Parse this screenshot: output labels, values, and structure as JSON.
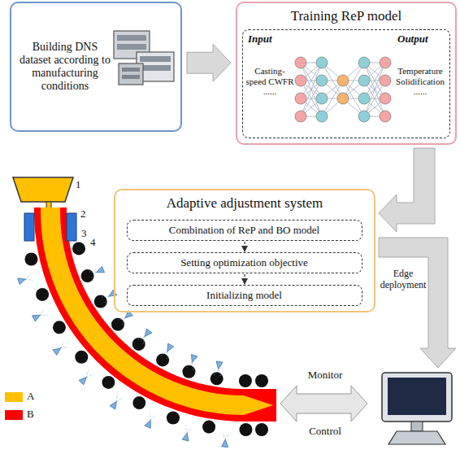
{
  "diagram": {
    "nodes": [
      {
        "text": [
          "Building DNS dataset according to manufacturing conditions"
        ]
      },
      {
        "text": [
          "Training ReP model"
        ]
      },
      {
        "text": [
          "Input",
          "Casting-speed CWFR ......",
          "Output",
          "Temperature Solidification ......"
        ],
        "in": 1
      },
      {
        "text": [
          "Adaptive adjustment system"
        ]
      },
      {
        "text": [
          "Combination of ReP and BO model"
        ],
        "in": 3
      },
      {
        "text": [
          "Setting optimization objective"
        ],
        "in": 3
      },
      {
        "text": [
          "Initializing model"
        ],
        "in": 3
      }
    ],
    "edges": [
      {
        "from": 0,
        "to": 1,
        "arrow": "to"
      },
      {
        "from": 1,
        "to": 3,
        "arrow": "to"
      },
      {
        "from": 4,
        "to": 5,
        "arrow": "to"
      },
      {
        "from": 5,
        "to": 6,
        "arrow": "to"
      }
    ],
    "labels": [
      "1",
      "2",
      "3",
      "4",
      "Edge deployment",
      "Monitor",
      "Control"
    ],
    "legend": [
      {
        "text": "A",
        "color": "#ffc000"
      },
      {
        "text": "B",
        "color": "#ff0000"
      }
    ]
  }
}
